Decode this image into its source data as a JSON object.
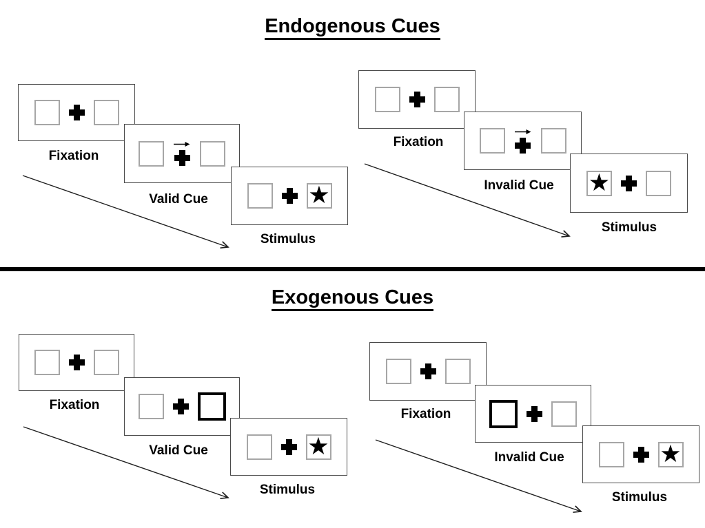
{
  "sections": [
    {
      "title": "Endogenous Cues",
      "sequences": [
        {
          "name": "valid",
          "panels": [
            {
              "label": "Fixation",
              "cue": "none",
              "left_box": "empty",
              "right_box": "empty"
            },
            {
              "label": "Valid Cue",
              "cue": "arrow-right",
              "left_box": "empty",
              "right_box": "empty"
            },
            {
              "label": "Stimulus",
              "cue": "none",
              "left_box": "empty",
              "right_box": "star"
            }
          ]
        },
        {
          "name": "invalid",
          "panels": [
            {
              "label": "Fixation",
              "cue": "none",
              "left_box": "empty",
              "right_box": "empty"
            },
            {
              "label": "Invalid Cue",
              "cue": "arrow-right",
              "left_box": "empty",
              "right_box": "empty"
            },
            {
              "label": "Stimulus",
              "cue": "none",
              "left_box": "star",
              "right_box": "empty"
            }
          ]
        }
      ]
    },
    {
      "title": "Exogenous Cues",
      "sequences": [
        {
          "name": "valid",
          "panels": [
            {
              "label": "Fixation",
              "cue": "none",
              "left_box": "empty",
              "right_box": "empty"
            },
            {
              "label": "Valid Cue",
              "cue": "none",
              "left_box": "empty",
              "right_box": "bold"
            },
            {
              "label": "Stimulus",
              "cue": "none",
              "left_box": "empty",
              "right_box": "star"
            }
          ]
        },
        {
          "name": "invalid",
          "panels": [
            {
              "label": "Fixation",
              "cue": "none",
              "left_box": "empty",
              "right_box": "empty"
            },
            {
              "label": "Invalid Cue",
              "cue": "none",
              "left_box": "bold",
              "right_box": "empty"
            },
            {
              "label": "Stimulus",
              "cue": "none",
              "left_box": "empty",
              "right_box": "star"
            }
          ]
        }
      ]
    }
  ],
  "symbols": {
    "star": "★"
  },
  "colors": {
    "ink": "#000000",
    "panel_border": "#4a4a4a",
    "box_border": "#a6a6a6",
    "background": "#ffffff"
  }
}
